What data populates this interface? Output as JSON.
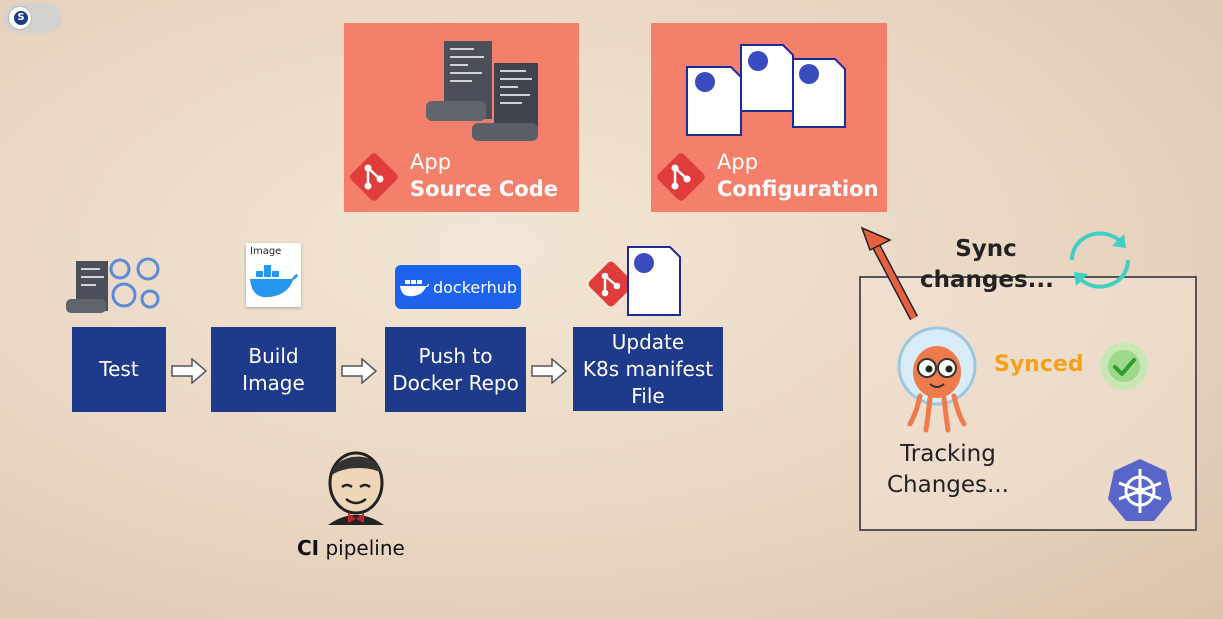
{
  "app_toggle": {
    "letter": "S"
  },
  "repos": [
    {
      "line1": "App",
      "line2": "Source Code"
    },
    {
      "line1": "App",
      "line2": "Configuration"
    }
  ],
  "ci_steps": [
    {
      "label": "Test"
    },
    {
      "label": "Build\nImage"
    },
    {
      "label": "Push to\nDocker Repo"
    },
    {
      "label": "Update\nK8s manifest\nFile"
    }
  ],
  "image_card": {
    "label": "Image"
  },
  "dockerhub": {
    "label": "dockerhub"
  },
  "ci_pipeline": {
    "bold": "CI",
    "rest": " pipeline"
  },
  "cd": {
    "sync": "Sync\nchanges...",
    "synced": "Synced",
    "tracking": "Tracking\nChanges..."
  },
  "colors": {
    "repo_bg": "#f47f6a",
    "step_bg": "#1e3a8a",
    "synced": "#f4a11b",
    "sync_arrow": "#e8603e",
    "kubernetes": "#5865c9",
    "git": "#e03c3c"
  }
}
